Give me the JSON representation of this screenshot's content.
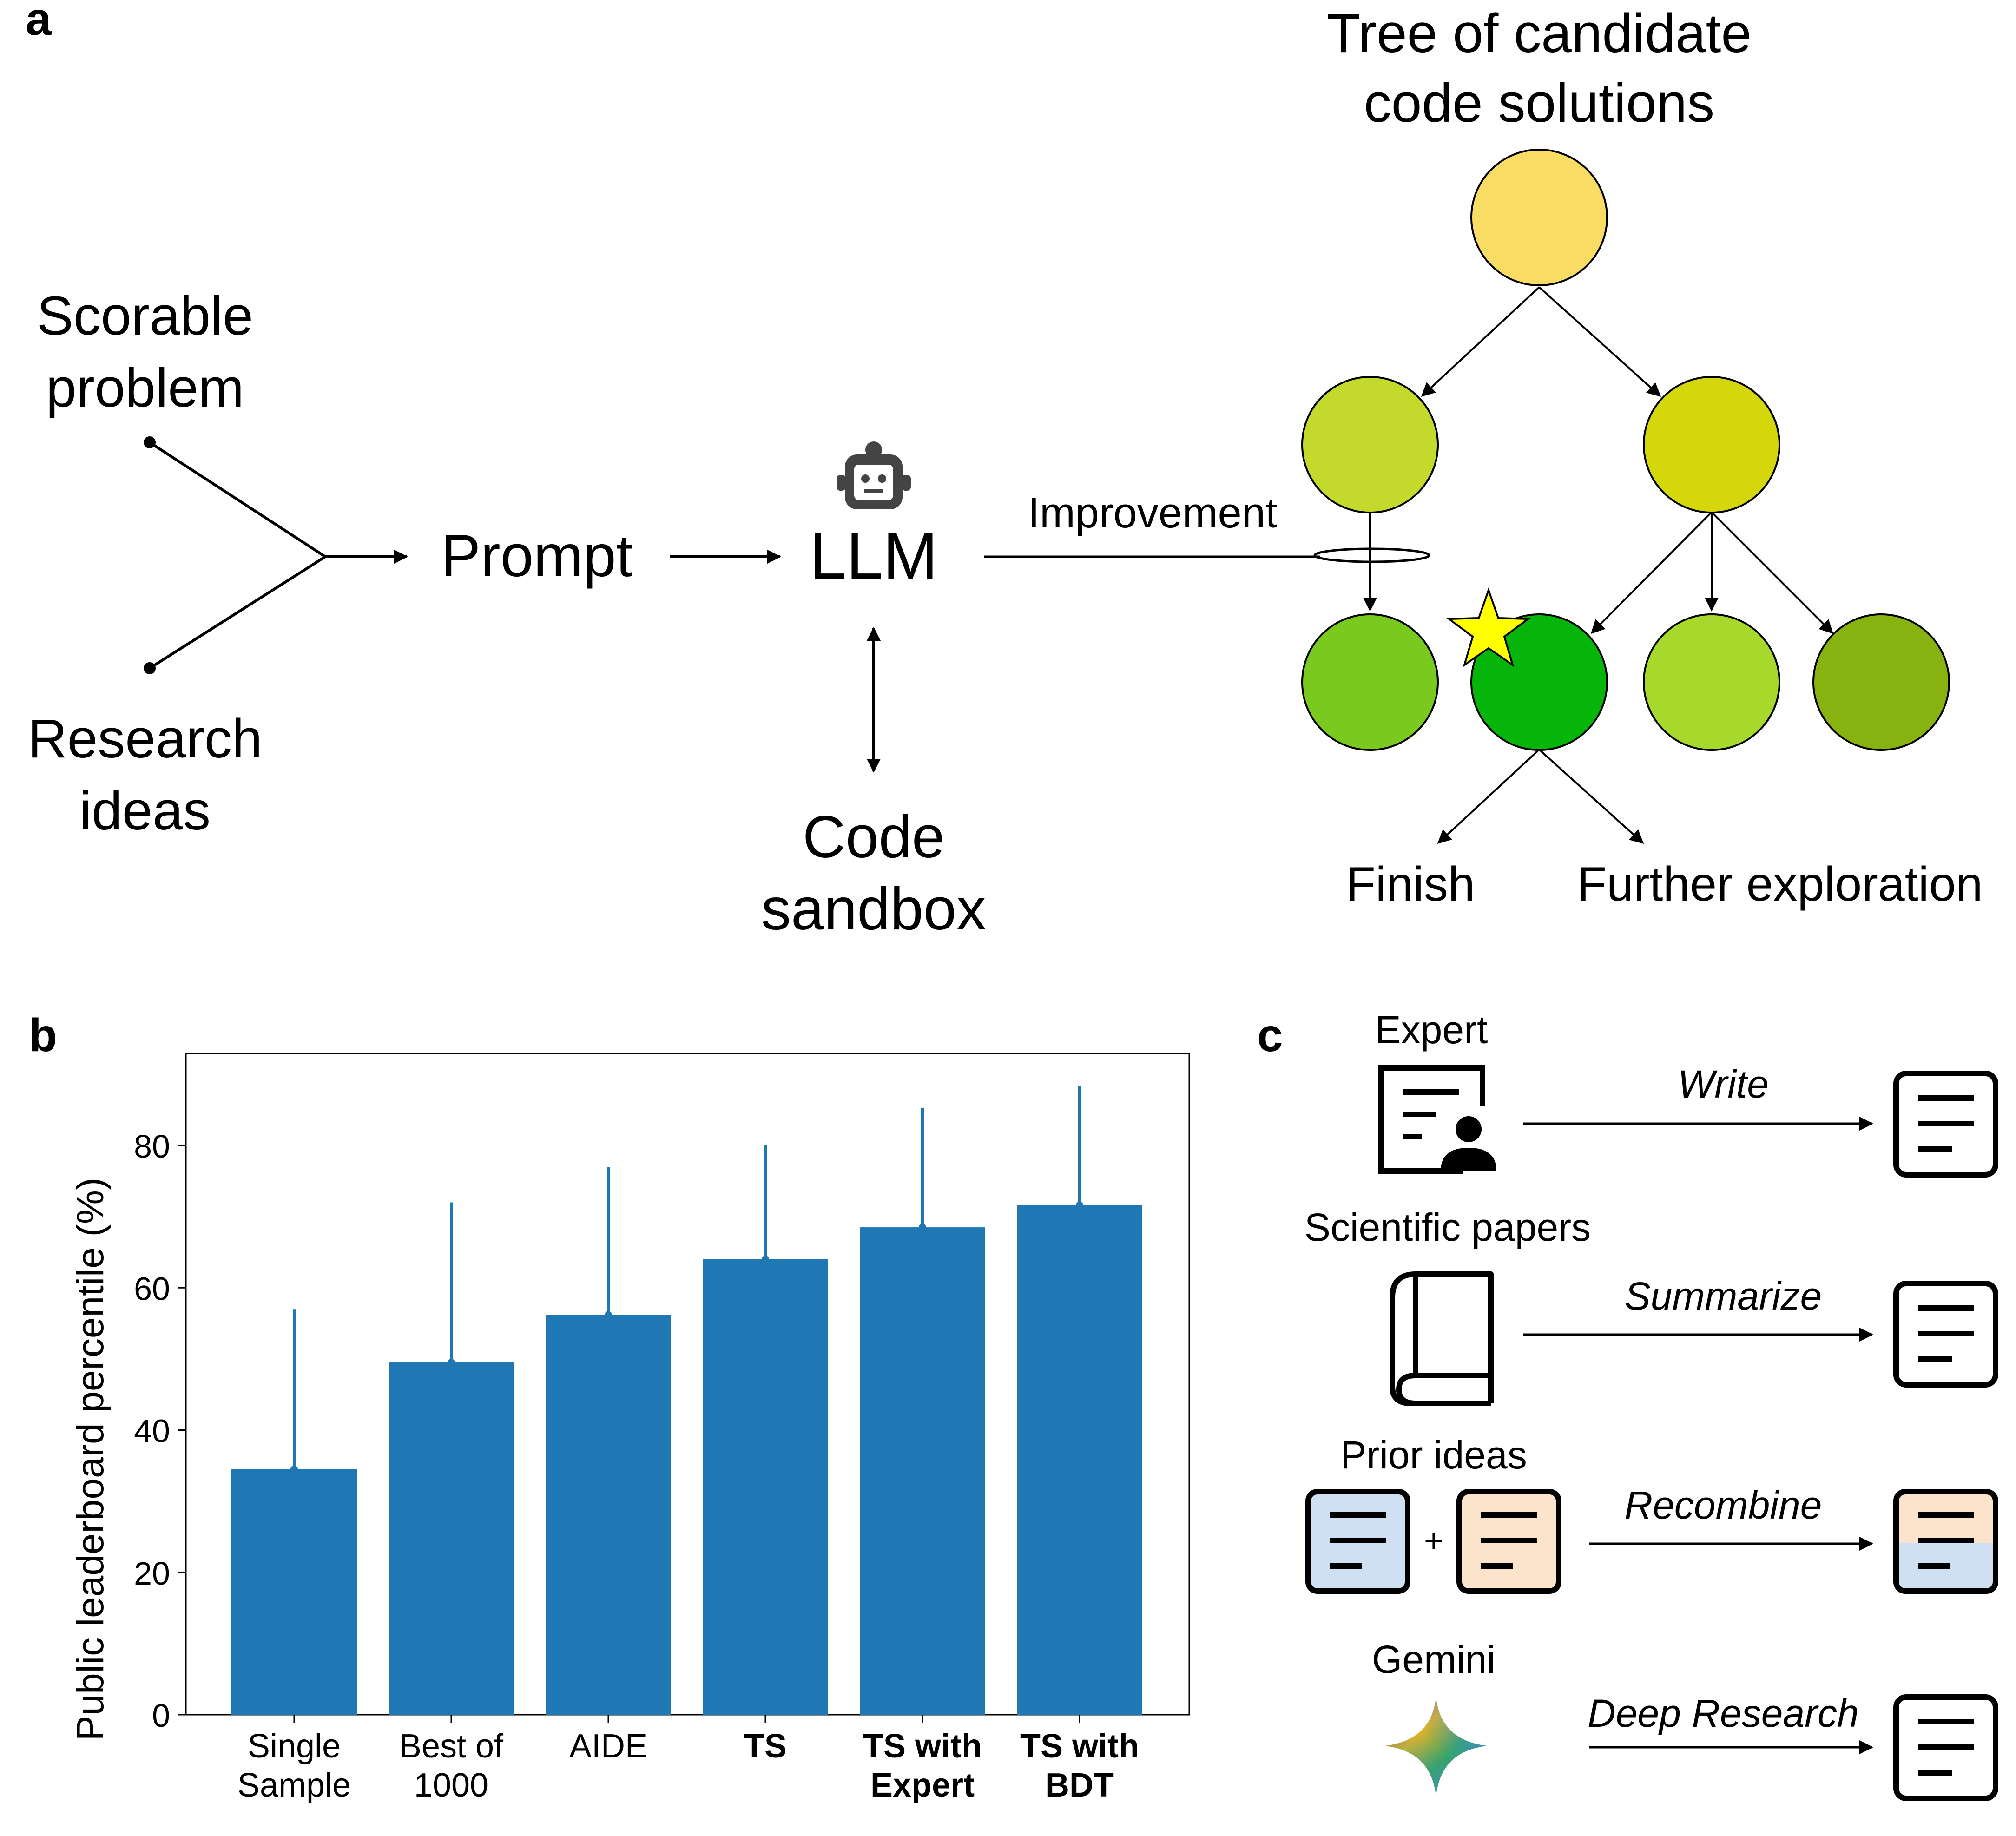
{
  "panel_a": {
    "label": "a",
    "tree_title": [
      "Tree of candidate",
      "code solutions"
    ],
    "inputs": {
      "scorable": [
        "Scorable",
        "problem"
      ],
      "research": [
        "Research",
        "ideas"
      ]
    },
    "prompt": "Prompt",
    "llm": "LLM",
    "sandbox": [
      "Code",
      "sandbox"
    ],
    "improvement": "Improvement",
    "finish": "Finish",
    "further": "Further exploration",
    "node_colors": {
      "root": "#f8dc64",
      "l1_left": "#c3d92c",
      "l1_right": "#d4d80b",
      "l2_a": "#79c91f",
      "l2_best": "#05b50a",
      "l2_c": "#a6d92b",
      "l2_d": "#87b20f"
    },
    "star_color": "#ffff00",
    "robot_icon": "robot-icon"
  },
  "panel_b": {
    "label": "b"
  },
  "chart_data": {
    "type": "bar",
    "categories": [
      "Single\nSample",
      "Best of\n1000",
      "AIDE",
      "TS",
      "TS with\nExpert",
      "TS with\nBDT"
    ],
    "bold_categories": [
      false,
      false,
      false,
      true,
      true,
      true
    ],
    "values": [
      34.5,
      49.5,
      56.2,
      64.0,
      68.5,
      71.6
    ],
    "error_upper": [
      57.0,
      72.0,
      77.0,
      80.0,
      85.3,
      88.3
    ],
    "ylabel": "Public leaderboard percentile (%)",
    "yticks": [
      0,
      20,
      40,
      60,
      80
    ],
    "ylim": [
      0,
      93
    ],
    "bar_color": "#1f77b4",
    "grid": false
  },
  "panel_c": {
    "label": "c",
    "rows": [
      {
        "source": "Expert",
        "action": "Write",
        "icon": "expert-document-icon"
      },
      {
        "source": "Scientific papers",
        "action": "Summarize",
        "icon": "book-icon"
      },
      {
        "source": "Prior ideas",
        "action": "Recombine",
        "icon": "two-notes-icon",
        "plus": "+"
      },
      {
        "source": "Gemini",
        "action": "Deep Research",
        "icon": "gemini-sparkle-icon"
      }
    ],
    "note_blue": "#cfe0f3",
    "note_orange": "#fbe3cc",
    "output_icon": "document-lines-icon"
  }
}
